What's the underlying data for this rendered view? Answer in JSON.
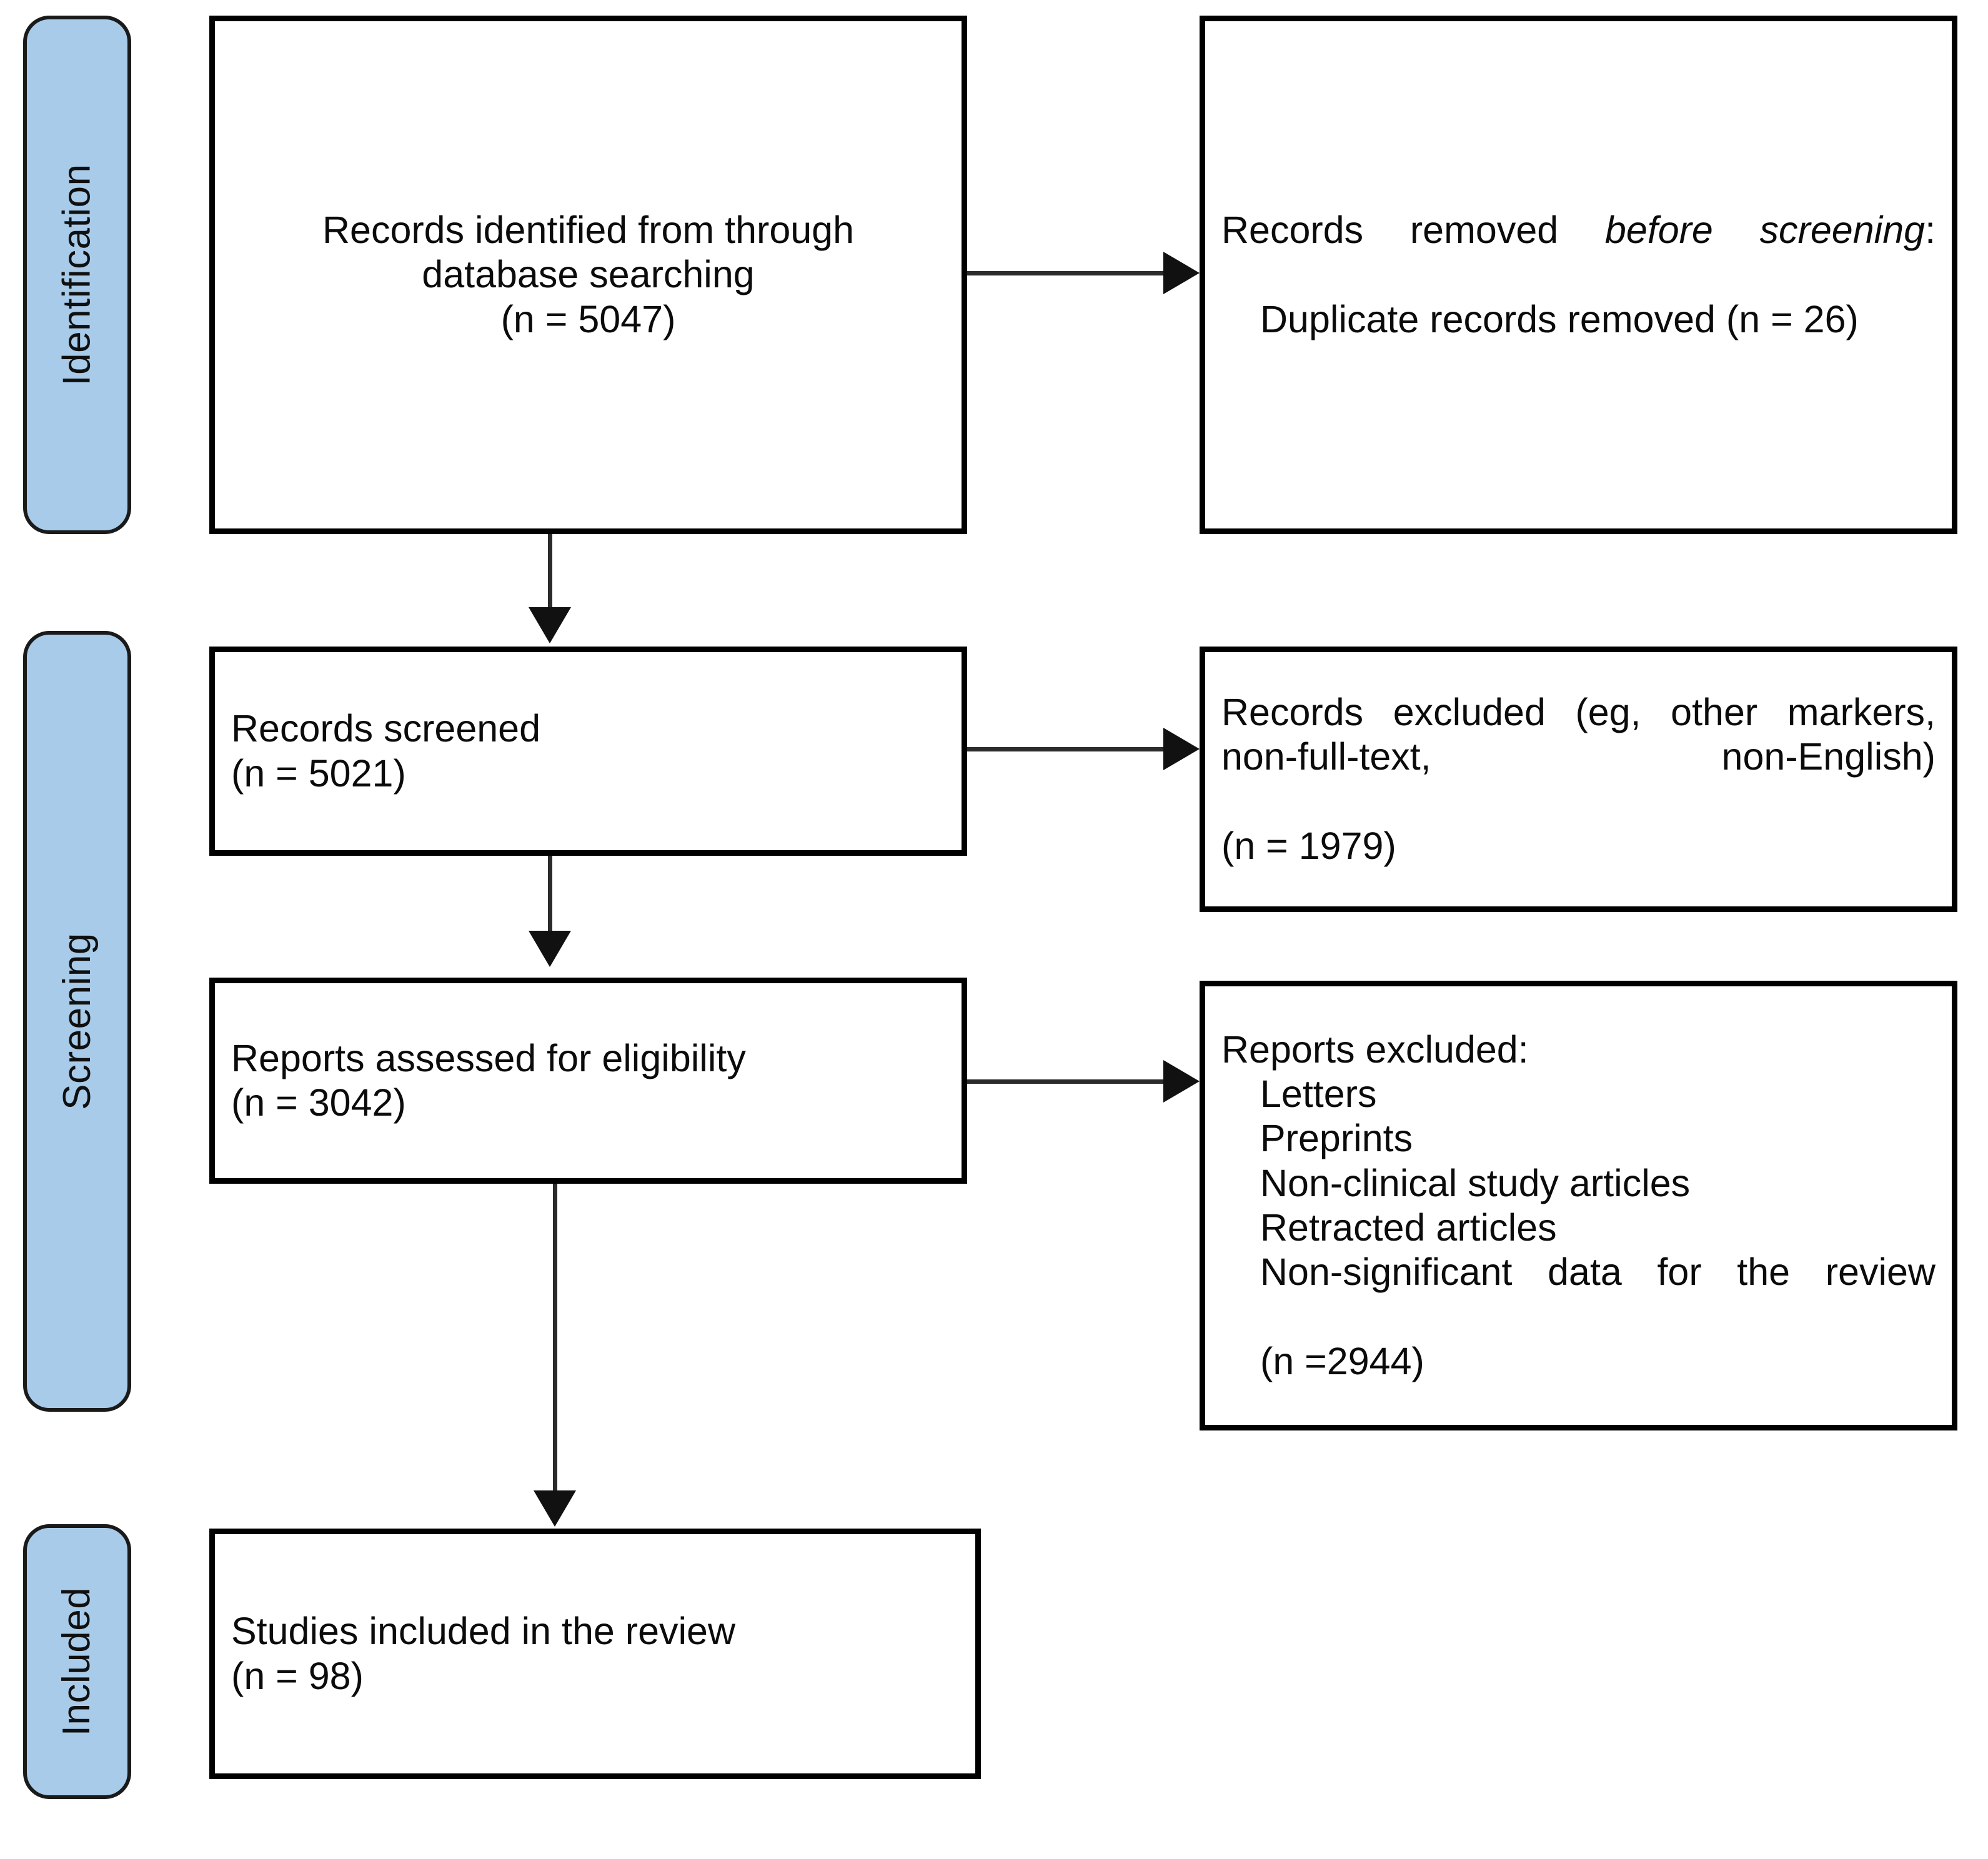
{
  "diagram": {
    "title": "PRISMA flow diagram",
    "accent_color": "#a8cbe9",
    "border_color": "#000000",
    "connector_color": "#2b2b2b"
  },
  "phases": [
    {
      "id": "identification",
      "label": "Identification"
    },
    {
      "id": "screening",
      "label": "Screening"
    },
    {
      "id": "included",
      "label": "Included"
    }
  ],
  "boxes": {
    "records_identified": {
      "line1": "Records identified from through",
      "line2": "database searching",
      "count": "(n = 5047)"
    },
    "records_removed": {
      "heading_plain": "Records removed ",
      "heading_italic": "before screening",
      "heading_colon": ":",
      "item": "Duplicate records removed  (n = 26)"
    },
    "records_screened": {
      "line1": "Records screened",
      "count": "(n = 5021)"
    },
    "records_excluded": {
      "line1": "Records excluded (eg, other markers, non-full-text, non-English)",
      "count": "(n = 1979)"
    },
    "reports_assessed": {
      "line1": "Reports assessed for eligibility",
      "count": "(n = 3042)"
    },
    "reports_excluded": {
      "heading": "Reports excluded:",
      "items": [
        "Letters",
        "Preprints",
        "Non-clinical study articles",
        "Retracted articles",
        "Non-significant data for the review"
      ],
      "count": "(n =2944)"
    },
    "studies_included": {
      "line1": "Studies included in the review",
      "count": "(n = 98)"
    }
  }
}
